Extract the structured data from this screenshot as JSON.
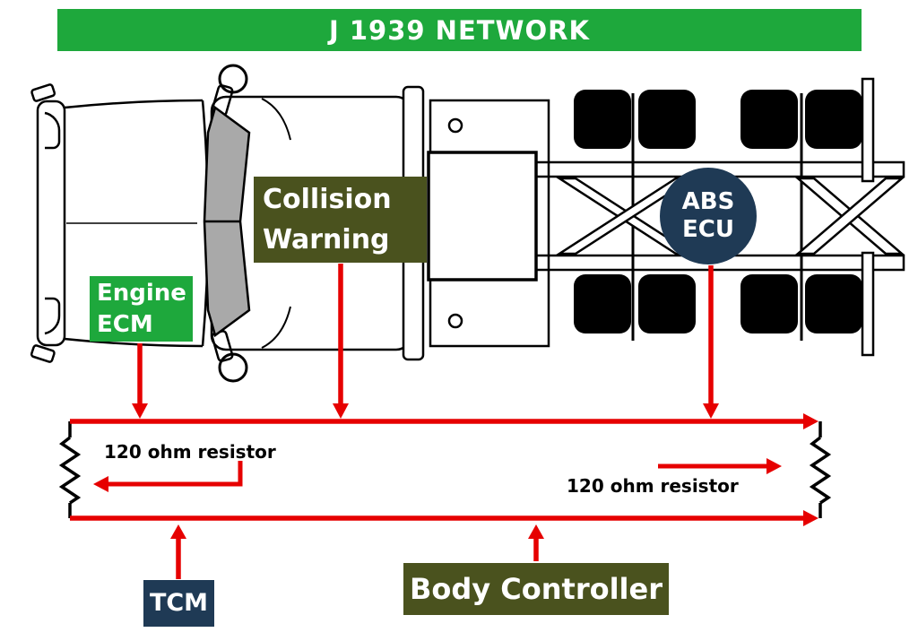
{
  "title": "J 1939 NETWORK",
  "colors": {
    "green": "#1ea83c",
    "olive": "#4a521e",
    "navy": "#1f3a55",
    "red": "#e60000",
    "gray": "#a9a9a9"
  },
  "nodes": {
    "collision_warning": {
      "line1": "Collision",
      "line2": "Warning"
    },
    "engine_ecm": {
      "line1": "Engine",
      "line2": "ECM"
    },
    "abs_ecu": {
      "line1": "ABS",
      "line2": "ECU"
    },
    "tcm": {
      "label": "TCM"
    },
    "body_controller": {
      "label": "Body Controller"
    }
  },
  "labels": {
    "left_resistor": "120 ohm resistor",
    "right_resistor": "120 ohm resistor"
  }
}
